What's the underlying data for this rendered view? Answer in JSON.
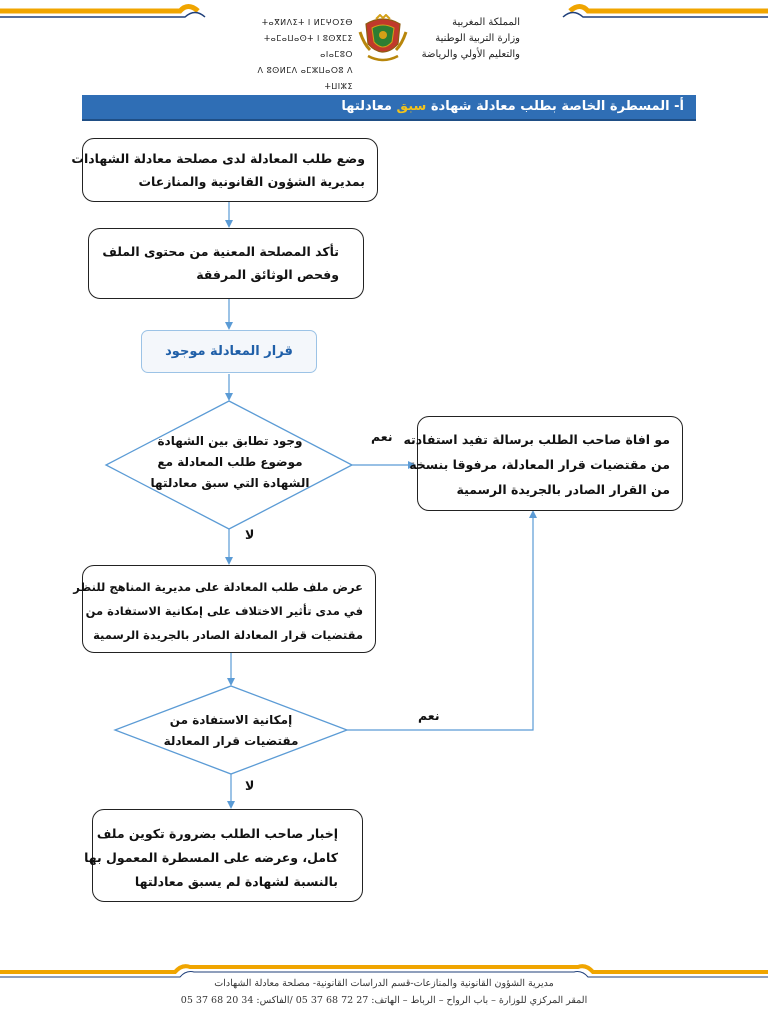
{
  "header": {
    "right_lines": [
      "المملكة المغربية",
      "وزارة التربية الوطنية",
      "والتعليم الأولي والرياضة"
    ],
    "left_lines": [
      "ⵜⴰⴳⵍⴷⵉⵜ ⵏ ⵍⵎⵖⵔⵉⴱ",
      "ⵜⴰⵎⴰⵡⴰⵙⵜ ⵏ ⵓⵙⴳⵎⵉ ⴰⵏⴰⵎⵓⵔ",
      "ⴷ ⵓⵙⵍⵎⴷ ⴰⵎⵣⵡⴰⵔⵓ ⴷ ⵜⵡⵏⵣⵉ"
    ],
    "accent_color": "#f0a500",
    "line_color": "#1f3f7a"
  },
  "section": {
    "prefix": "أ-",
    "title_before": "المسطرة الخاصة بطلب معادلة شهادة",
    "title_highlight": "سبق",
    "title_after": "معادلتها",
    "bar_color": "#2f6eb5",
    "highlight_color": "#f2c31c"
  },
  "flow": {
    "step1": [
      "وضع طلب المعادلة لدى مصلحة معادلة الشهادات",
      "بمديرية الشؤون القانونية والمنازعات"
    ],
    "step2": [
      "تأكد المصلحة المعنية من محتوى الملف",
      "وفحص الوثائق المرفقة"
    ],
    "step3": "قرار المعادلة موجود",
    "decision1": [
      "وجود تطابق بين الشهادة",
      "موضوع طلب المعادلة مع",
      "الشهادة التي سبق معادلتها"
    ],
    "step_yes": [
      "مو افاة صاحب الطلب برسالة تفيد استفادته",
      "من مقتضيات قرار المعادلة، مرفوقا بنسخة",
      "من القرار الصادر بالجريدة الرسمية"
    ],
    "step4": [
      "عرض ملف طلب المعادلة على مديرية المناهج للنظر",
      "في مدى تأثير الاختلاف على إمكانية الاستفادة من",
      "مقتضيات قرار المعادلة الصادر بالجريدة الرسمية"
    ],
    "decision2": [
      "إمكانية الاستفادة من",
      "مقتضيات قرار المعادلة"
    ],
    "step5": [
      "إخبار صاحب الطلب بضرورة تكوين ملف",
      "كامل، وعرضه على المسطرة المعمول بها",
      "بالنسبة لشهادة لم يسبق معادلتها"
    ],
    "label_yes": "نعم",
    "label_no": "لا",
    "arrow_color": "#5b9bd5",
    "pill_text_color": "#1f5fa8"
  },
  "footer": {
    "line1": "مديرية الشؤون القانونية والمنازعات-قسم الدراسات القانونية- مصلحة معادلة الشهادات",
    "line2": "المقر المركزي للوزارة – باب الرواح – الرباط – الهاتف: 27 72 68 37 05 /الفاكس: 34 20 68 37 05",
    "band_color": "#f0a500"
  }
}
